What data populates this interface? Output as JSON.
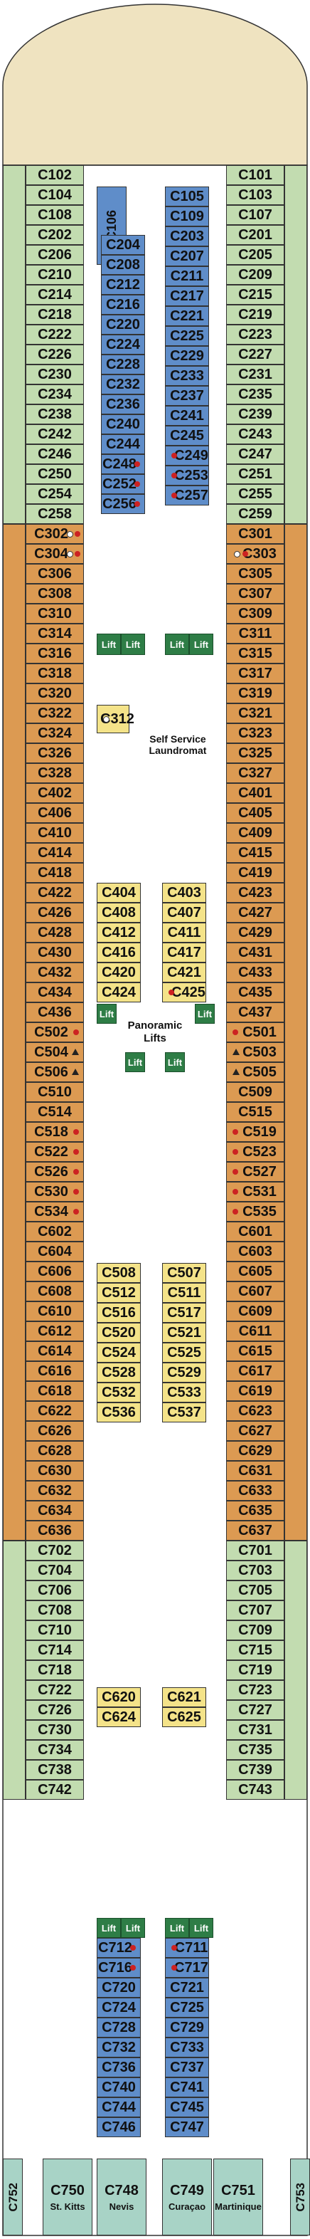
{
  "colors": {
    "bow": "#efe3c0",
    "green": "#c2dcb0",
    "orange": "#dc9a52",
    "blue": "#5f8dc9",
    "yellow": "#f4e389",
    "green_mini": "#a8d3c6",
    "lift": "#2e7d46",
    "corridor": "#ffffff",
    "dot_red": "#cc2222"
  },
  "cabins": {
    "left_outer": [
      {
        "num": "C102"
      },
      {
        "num": "C104"
      },
      {
        "num": "C108"
      },
      {
        "num": "C202"
      },
      {
        "num": "C206"
      },
      {
        "num": "C210"
      },
      {
        "num": "C214"
      },
      {
        "num": "C218"
      },
      {
        "num": "C222"
      },
      {
        "num": "C226"
      },
      {
        "num": "C230"
      },
      {
        "num": "C234"
      },
      {
        "num": "C238"
      },
      {
        "num": "C242"
      },
      {
        "num": "C246"
      },
      {
        "num": "C250"
      },
      {
        "num": "C254"
      },
      {
        "num": "C258"
      },
      {
        "num": "C302",
        "mark": "odot-red"
      },
      {
        "num": "C304",
        "mark": "odot-red"
      },
      {
        "num": "C306"
      },
      {
        "num": "C308"
      },
      {
        "num": "C310"
      },
      {
        "num": "C314"
      },
      {
        "num": "C316"
      },
      {
        "num": "C318"
      },
      {
        "num": "C320"
      },
      {
        "num": "C322"
      },
      {
        "num": "C324"
      },
      {
        "num": "C326"
      },
      {
        "num": "C328"
      },
      {
        "num": "C402"
      },
      {
        "num": "C406"
      },
      {
        "num": "C410"
      },
      {
        "num": "C414"
      },
      {
        "num": "C418"
      },
      {
        "num": "C422"
      },
      {
        "num": "C426"
      },
      {
        "num": "C428"
      },
      {
        "num": "C430"
      },
      {
        "num": "C432"
      },
      {
        "num": "C434"
      },
      {
        "num": "C436"
      },
      {
        "num": "C502",
        "mark": "dot"
      },
      {
        "num": "C504",
        "mark": "tri"
      },
      {
        "num": "C506",
        "mark": "tri"
      },
      {
        "num": "C510"
      },
      {
        "num": "C514"
      },
      {
        "num": "C518",
        "mark": "dot"
      },
      {
        "num": "C522",
        "mark": "dot"
      },
      {
        "num": "C526",
        "mark": "dot"
      },
      {
        "num": "C530",
        "mark": "dot"
      },
      {
        "num": "C534",
        "mark": "dot"
      },
      {
        "num": "C602"
      },
      {
        "num": "C604"
      },
      {
        "num": "C606"
      },
      {
        "num": "C608"
      },
      {
        "num": "C610"
      },
      {
        "num": "C612"
      },
      {
        "num": "C614"
      },
      {
        "num": "C616"
      },
      {
        "num": "C618"
      },
      {
        "num": "C622"
      },
      {
        "num": "C626"
      },
      {
        "num": "C628"
      },
      {
        "num": "C630"
      },
      {
        "num": "C632"
      },
      {
        "num": "C634"
      },
      {
        "num": "C636"
      },
      {
        "num": "C702"
      },
      {
        "num": "C704"
      },
      {
        "num": "C706"
      },
      {
        "num": "C708"
      },
      {
        "num": "C710"
      },
      {
        "num": "C714"
      },
      {
        "num": "C718"
      },
      {
        "num": "C722"
      },
      {
        "num": "C726"
      },
      {
        "num": "C730"
      },
      {
        "num": "C734"
      },
      {
        "num": "C738"
      },
      {
        "num": "C742"
      }
    ],
    "right_outer": [
      {
        "num": "C101"
      },
      {
        "num": "C103"
      },
      {
        "num": "C107"
      },
      {
        "num": "C201"
      },
      {
        "num": "C205"
      },
      {
        "num": "C209"
      },
      {
        "num": "C215"
      },
      {
        "num": "C219"
      },
      {
        "num": "C223"
      },
      {
        "num": "C227"
      },
      {
        "num": "C231"
      },
      {
        "num": "C235"
      },
      {
        "num": "C239"
      },
      {
        "num": "C243"
      },
      {
        "num": "C247"
      },
      {
        "num": "C251"
      },
      {
        "num": "C255"
      },
      {
        "num": "C259"
      },
      {
        "num": "C301"
      },
      {
        "num": "C303",
        "mark": "odot-red"
      },
      {
        "num": "C305"
      },
      {
        "num": "C307"
      },
      {
        "num": "C309"
      },
      {
        "num": "C311"
      },
      {
        "num": "C315"
      },
      {
        "num": "C317"
      },
      {
        "num": "C319"
      },
      {
        "num": "C321"
      },
      {
        "num": "C323"
      },
      {
        "num": "C325"
      },
      {
        "num": "C327"
      },
      {
        "num": "C401"
      },
      {
        "num": "C405"
      },
      {
        "num": "C409"
      },
      {
        "num": "C415"
      },
      {
        "num": "C419"
      },
      {
        "num": "C423"
      },
      {
        "num": "C427"
      },
      {
        "num": "C429"
      },
      {
        "num": "C431"
      },
      {
        "num": "C433"
      },
      {
        "num": "C435"
      },
      {
        "num": "C437"
      },
      {
        "num": "C501",
        "mark": "dot"
      },
      {
        "num": "C503",
        "mark": "tri"
      },
      {
        "num": "C505",
        "mark": "tri"
      },
      {
        "num": "C509"
      },
      {
        "num": "C515"
      },
      {
        "num": "C519",
        "mark": "dot"
      },
      {
        "num": "C523",
        "mark": "dot"
      },
      {
        "num": "C527",
        "mark": "dot"
      },
      {
        "num": "C531",
        "mark": "dot"
      },
      {
        "num": "C535",
        "mark": "dot"
      },
      {
        "num": "C601"
      },
      {
        "num": "C603"
      },
      {
        "num": "C605"
      },
      {
        "num": "C607"
      },
      {
        "num": "C609"
      },
      {
        "num": "C611"
      },
      {
        "num": "C615"
      },
      {
        "num": "C617"
      },
      {
        "num": "C619"
      },
      {
        "num": "C623"
      },
      {
        "num": "C627"
      },
      {
        "num": "C629"
      },
      {
        "num": "C631"
      },
      {
        "num": "C633"
      },
      {
        "num": "C635"
      },
      {
        "num": "C637"
      },
      {
        "num": "C701"
      },
      {
        "num": "C703"
      },
      {
        "num": "C705"
      },
      {
        "num": "C707"
      },
      {
        "num": "C709"
      },
      {
        "num": "C715"
      },
      {
        "num": "C719"
      },
      {
        "num": "C723"
      },
      {
        "num": "C727"
      },
      {
        "num": "C731"
      },
      {
        "num": "C735"
      },
      {
        "num": "C739"
      },
      {
        "num": "C743"
      }
    ],
    "inner_top_left": [
      "C204",
      "C208",
      "C212",
      "C216",
      "C220",
      "C224",
      "C228",
      "C232",
      "C236",
      "C240",
      "C244",
      "C248",
      "C252",
      "C256"
    ],
    "inner_top_right": [
      "C203",
      "C207",
      "C211",
      "C217",
      "C221",
      "C225",
      "C229",
      "C233",
      "C237",
      "C241",
      "C245",
      "C249",
      "C253",
      "C257"
    ],
    "inner_top_marks_left": [
      "C248",
      "C252",
      "C256"
    ],
    "inner_top_marks_right": [
      "C249",
      "C253",
      "C257"
    ],
    "c106": "C106",
    "c105": "C105",
    "c109": "C109",
    "c312": "C312",
    "y400_left": [
      "C404",
      "C408",
      "C412",
      "C416",
      "C420",
      "C424"
    ],
    "y400_right": [
      "C403",
      "C407",
      "C411",
      "C417",
      "C421",
      "C425"
    ],
    "y500_left": [
      "C508",
      "C512",
      "C516",
      "C520",
      "C524",
      "C528",
      "C532",
      "C536"
    ],
    "y500_right": [
      "C507",
      "C511",
      "C517",
      "C521",
      "C525",
      "C529",
      "C533",
      "C537"
    ],
    "y600_left": [
      "C620",
      "C624"
    ],
    "y600_right": [
      "C621",
      "C625"
    ],
    "inner_bottom_left": [
      "C712",
      "C716",
      "C720",
      "C724",
      "C728",
      "C732",
      "C736",
      "C740",
      "C744",
      "C746"
    ],
    "inner_bottom_right": [
      "C711",
      "C717",
      "C721",
      "C725",
      "C729",
      "C733",
      "C737",
      "C741",
      "C745",
      "C747"
    ],
    "inner_bottom_marks_left": [
      "C712",
      "C716"
    ],
    "inner_bottom_marks_right": [
      "C711",
      "C717"
    ],
    "stern_suites": [
      {
        "num": "C752",
        "kind": "vertical"
      },
      {
        "num": "C750",
        "name": "St. Kitts"
      },
      {
        "num": "C748",
        "name": "Nevis"
      },
      {
        "num": "C749",
        "name": "Curaçao"
      },
      {
        "num": "C751",
        "name": "Martinique"
      },
      {
        "num": "C753",
        "kind": "vertical"
      }
    ]
  },
  "labels": {
    "lift": "Lift",
    "laundromat": "Self Service Laundromat",
    "panoramic": "Panoramic Lifts"
  }
}
